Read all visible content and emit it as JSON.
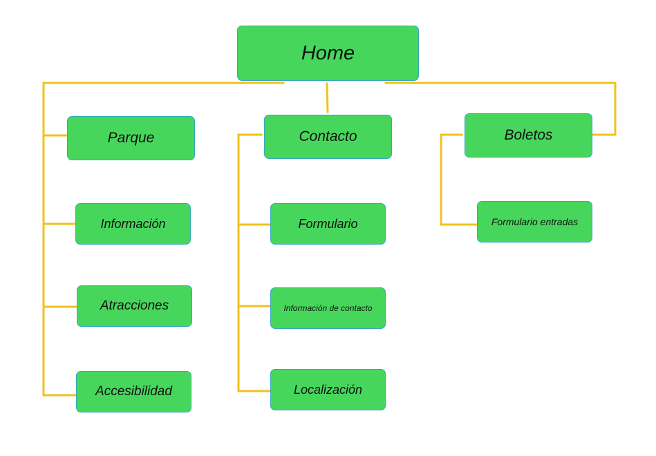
{
  "colors": {
    "node_fill": "#47d65c",
    "node_border": "#35a9b8",
    "connector": "#f1c21b",
    "background": "#ffffff"
  },
  "nodes": {
    "home": "Home",
    "parque": "Parque",
    "contacto": "Contacto",
    "boletos": "Boletos",
    "informacion": "Información",
    "atracciones": "Atracciones",
    "accesibilidad": "Accesibilidad",
    "formulario": "Formulario",
    "informacion_contacto": "Información de contacto",
    "localizacion": "Localización",
    "formulario_entradas": "Formulario entradas"
  }
}
